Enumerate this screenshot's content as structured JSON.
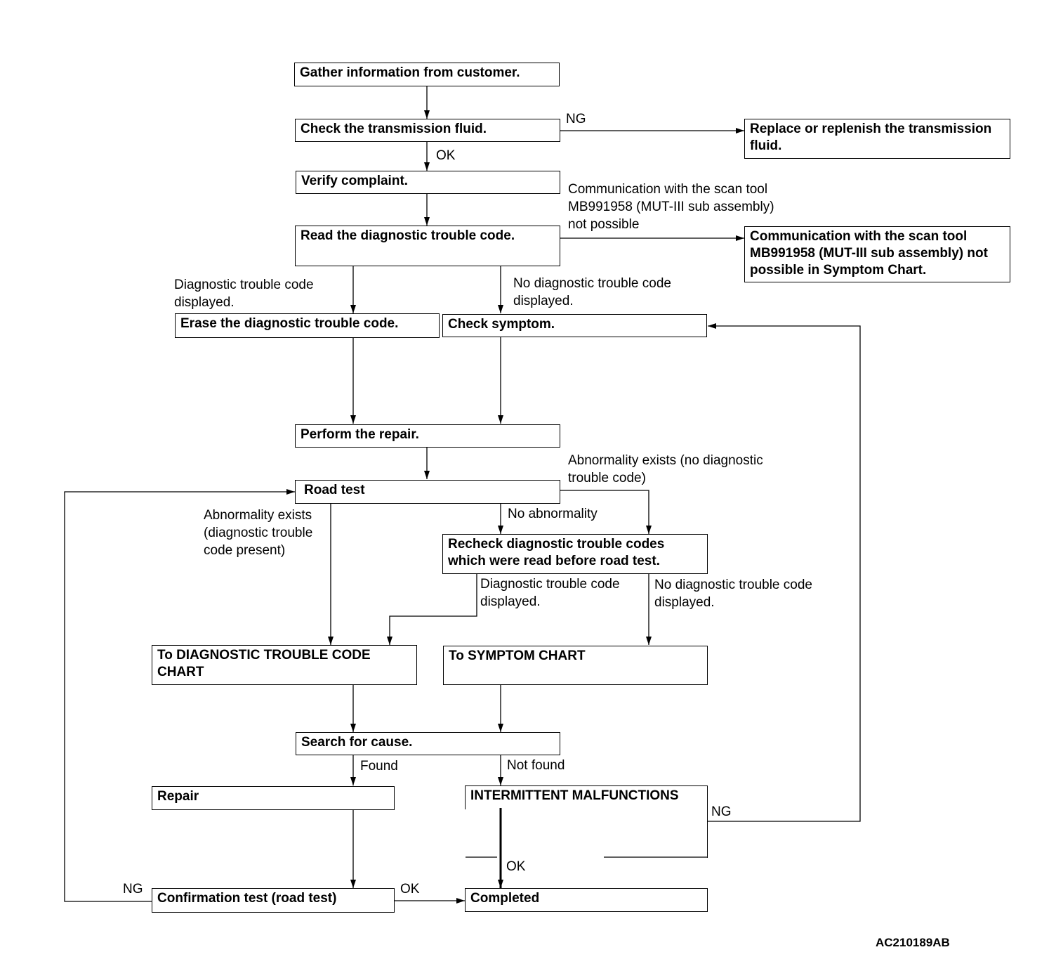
{
  "boxes": {
    "gather": "Gather information from customer.",
    "check_fluid": "Check the  transmission fluid.",
    "replace_fluid": "Replace or replenish the transmission fluid.",
    "verify": "Verify complaint.",
    "read_dtc": "Read the diagnostic trouble code.",
    "comm_not_possible": "Communication with the scan tool MB991958 (MUT-III sub assembly) not possible in Symptom Chart.",
    "erase_dtc": "Erase the diagnostic trouble code.",
    "check_symptom": "Check symptom.",
    "perform_repair": "Perform the repair.",
    "road_test": "Road test",
    "recheck": "Recheck diagnostic trouble codes which were read before road test.",
    "to_dtc_chart": "To DIAGNOSTIC TROUBLE CODE CHART",
    "to_symptom_chart": "To SYMPTOM CHART",
    "search_cause": "Search for cause.",
    "repair": "Repair",
    "intermittent": "INTERMITTENT MALFUNCTIONS",
    "confirmation": "Confirmation test (road test)",
    "completed": "Completed"
  },
  "labels": {
    "ng_fluid": "NG",
    "ok_fluid": "OK",
    "comm_line1": "Communication with the scan tool",
    "comm_line2": "MB991958 (MUT-III sub assembly)",
    "comm_line3": "not possible",
    "dtc_displayed_line1": "Diagnostic trouble code",
    "dtc_displayed_line2": "displayed.",
    "no_dtc_line1": "No diagnostic trouble code",
    "no_dtc_line2": "displayed.",
    "abn_no_dtc_line1": "Abnormality exists (no diagnostic",
    "abn_no_dtc_line2": "trouble code)",
    "abn_dtc_line1": "Abnormality exists",
    "abn_dtc_line2": "(diagnostic trouble",
    "abn_dtc_line3": "code present)",
    "no_abnormality": "No abnormality",
    "recheck_dtc_line1": "Diagnostic trouble code",
    "recheck_dtc_line2": "displayed.",
    "recheck_no_dtc_line1": "No diagnostic trouble code",
    "recheck_no_dtc_line2": "displayed.",
    "found": "Found",
    "not_found": "Not found",
    "ng_intermittent": "NG",
    "ok_intermittent": "OK",
    "ng_confirm": "NG",
    "ok_confirm": "OK"
  },
  "reference_code": "AC210189AB"
}
